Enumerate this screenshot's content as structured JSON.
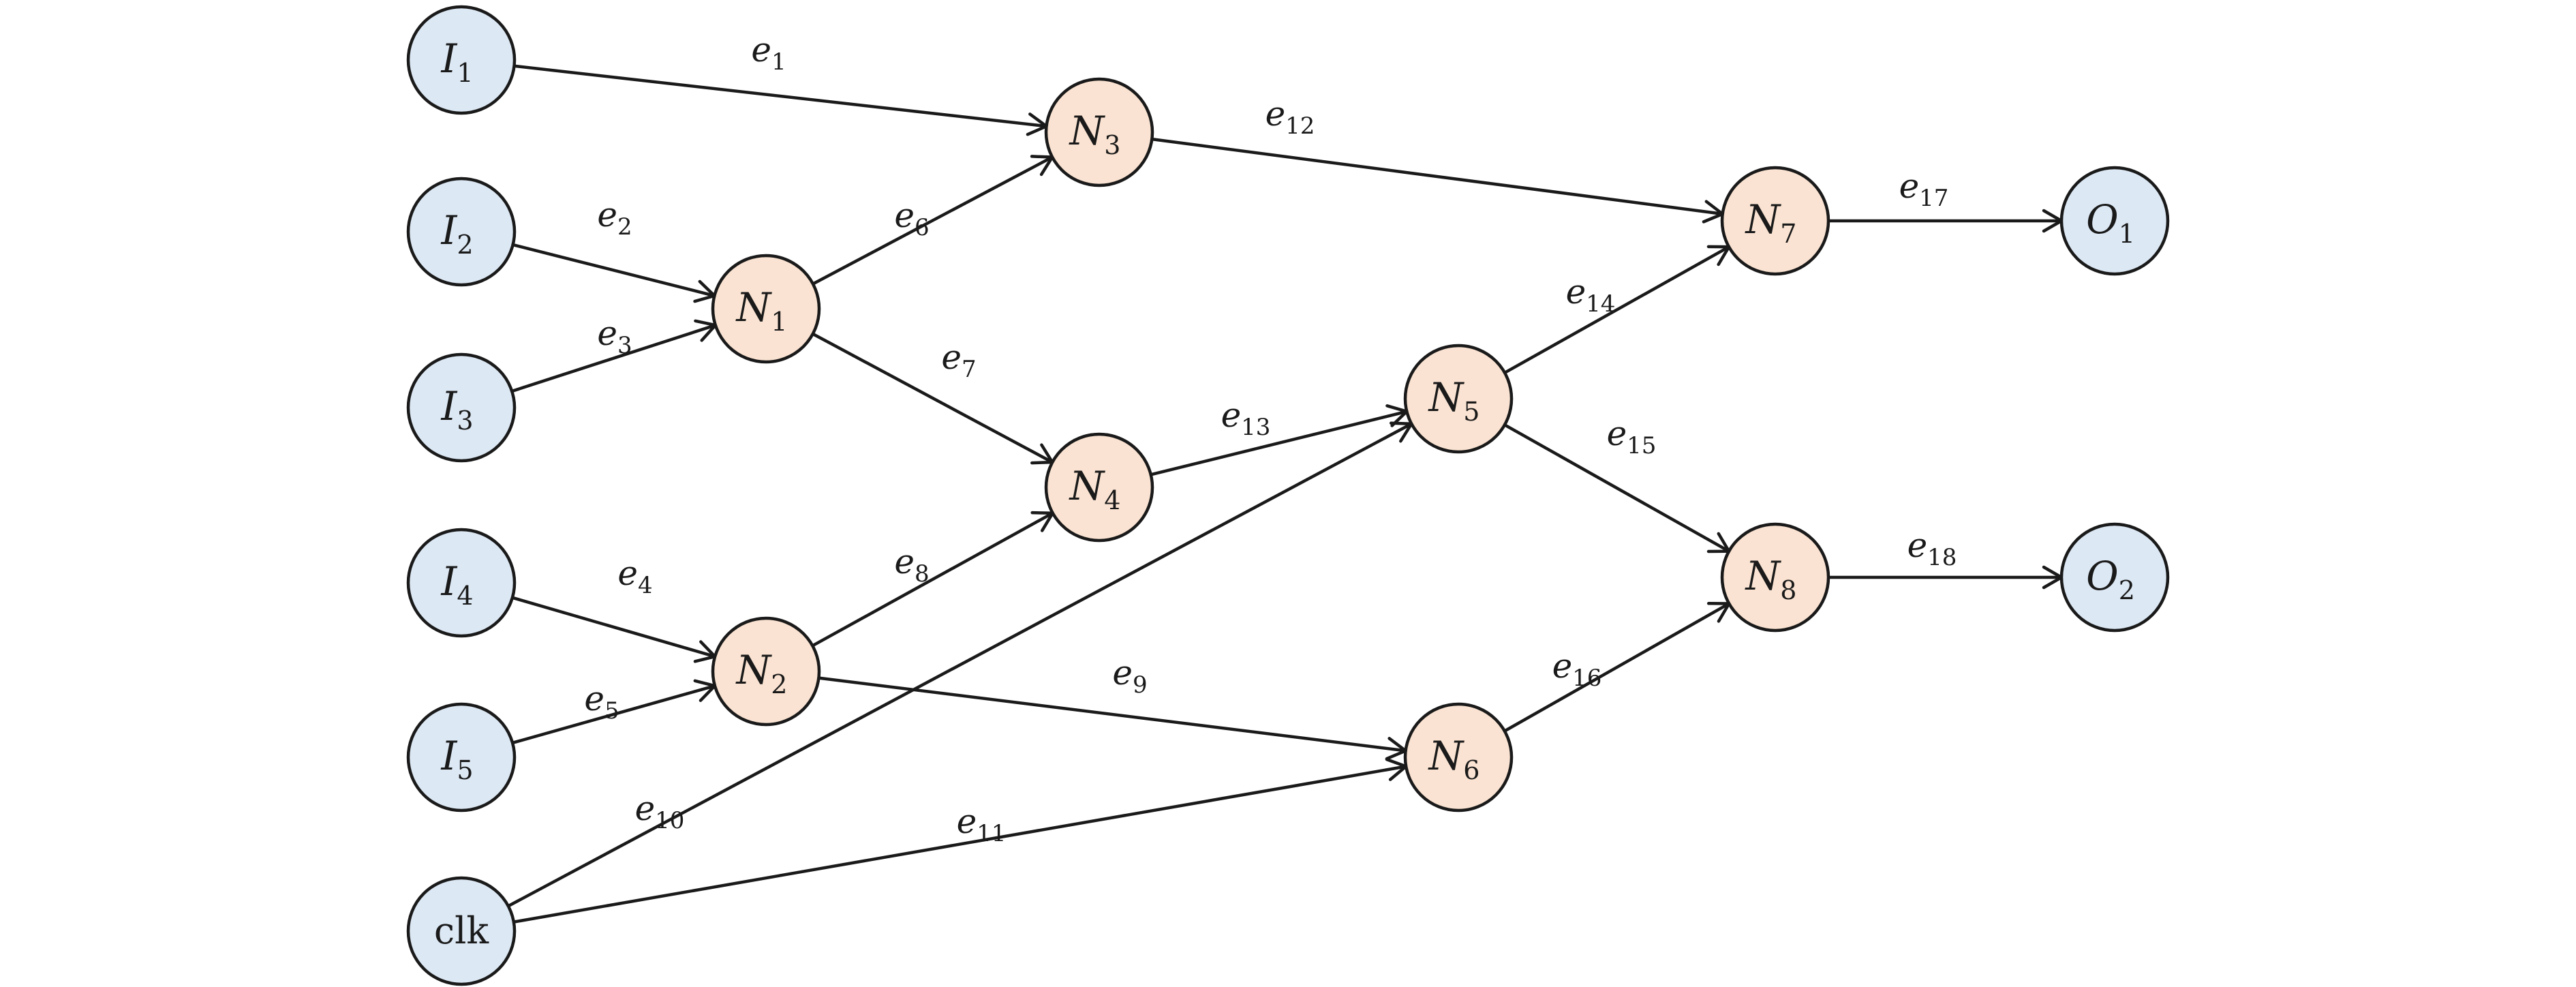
{
  "colors": {
    "io_node_fill": "#dce8f4",
    "gate_node_fill": "#fae3d2",
    "stroke": "#1a1a1a"
  },
  "nodes": [
    {
      "id": "I1",
      "kind": "io",
      "label": "I",
      "sub": "1"
    },
    {
      "id": "I2",
      "kind": "io",
      "label": "I",
      "sub": "2"
    },
    {
      "id": "I3",
      "kind": "io",
      "label": "I",
      "sub": "3"
    },
    {
      "id": "I4",
      "kind": "io",
      "label": "I",
      "sub": "4"
    },
    {
      "id": "I5",
      "kind": "io",
      "label": "I",
      "sub": "5"
    },
    {
      "id": "clk",
      "kind": "io",
      "label": "clk",
      "sub": ""
    },
    {
      "id": "N1",
      "kind": "gate",
      "label": "N",
      "sub": "1"
    },
    {
      "id": "N2",
      "kind": "gate",
      "label": "N",
      "sub": "2"
    },
    {
      "id": "N3",
      "kind": "gate",
      "label": "N",
      "sub": "3"
    },
    {
      "id": "N4",
      "kind": "gate",
      "label": "N",
      "sub": "4"
    },
    {
      "id": "N5",
      "kind": "gate",
      "label": "N",
      "sub": "5"
    },
    {
      "id": "N6",
      "kind": "gate",
      "label": "N",
      "sub": "6"
    },
    {
      "id": "N7",
      "kind": "gate",
      "label": "N",
      "sub": "7"
    },
    {
      "id": "N8",
      "kind": "gate",
      "label": "N",
      "sub": "8"
    },
    {
      "id": "O1",
      "kind": "io",
      "label": "O",
      "sub": "1"
    },
    {
      "id": "O2",
      "kind": "io",
      "label": "O",
      "sub": "2"
    }
  ],
  "edges": [
    {
      "id": "e1",
      "label": "e",
      "sub": "1",
      "from": "I1",
      "to": "N3"
    },
    {
      "id": "e2",
      "label": "e",
      "sub": "2",
      "from": "I2",
      "to": "N1"
    },
    {
      "id": "e3",
      "label": "e",
      "sub": "3",
      "from": "I3",
      "to": "N1"
    },
    {
      "id": "e4",
      "label": "e",
      "sub": "4",
      "from": "I4",
      "to": "N2"
    },
    {
      "id": "e5",
      "label": "e",
      "sub": "5",
      "from": "I5",
      "to": "N2"
    },
    {
      "id": "e6",
      "label": "e",
      "sub": "6",
      "from": "N1",
      "to": "N3"
    },
    {
      "id": "e7",
      "label": "e",
      "sub": "7",
      "from": "N1",
      "to": "N4"
    },
    {
      "id": "e8",
      "label": "e",
      "sub": "8",
      "from": "N2",
      "to": "N4"
    },
    {
      "id": "e9",
      "label": "e",
      "sub": "9",
      "from": "N2",
      "to": "N6"
    },
    {
      "id": "e10",
      "label": "e",
      "sub": "10",
      "from": "clk",
      "to": "N5"
    },
    {
      "id": "e11",
      "label": "e",
      "sub": "11",
      "from": "clk",
      "to": "N6"
    },
    {
      "id": "e12",
      "label": "e",
      "sub": "12",
      "from": "N3",
      "to": "N7"
    },
    {
      "id": "e13",
      "label": "e",
      "sub": "13",
      "from": "N4",
      "to": "N5"
    },
    {
      "id": "e14",
      "label": "e",
      "sub": "14",
      "from": "N5",
      "to": "N7"
    },
    {
      "id": "e15",
      "label": "e",
      "sub": "15",
      "from": "N5",
      "to": "N8"
    },
    {
      "id": "e16",
      "label": "e",
      "sub": "16",
      "from": "N6",
      "to": "N8"
    },
    {
      "id": "e17",
      "label": "e",
      "sub": "17",
      "from": "N7",
      "to": "O1"
    },
    {
      "id": "e18",
      "label": "e",
      "sub": "18",
      "from": "N8",
      "to": "O2"
    }
  ]
}
